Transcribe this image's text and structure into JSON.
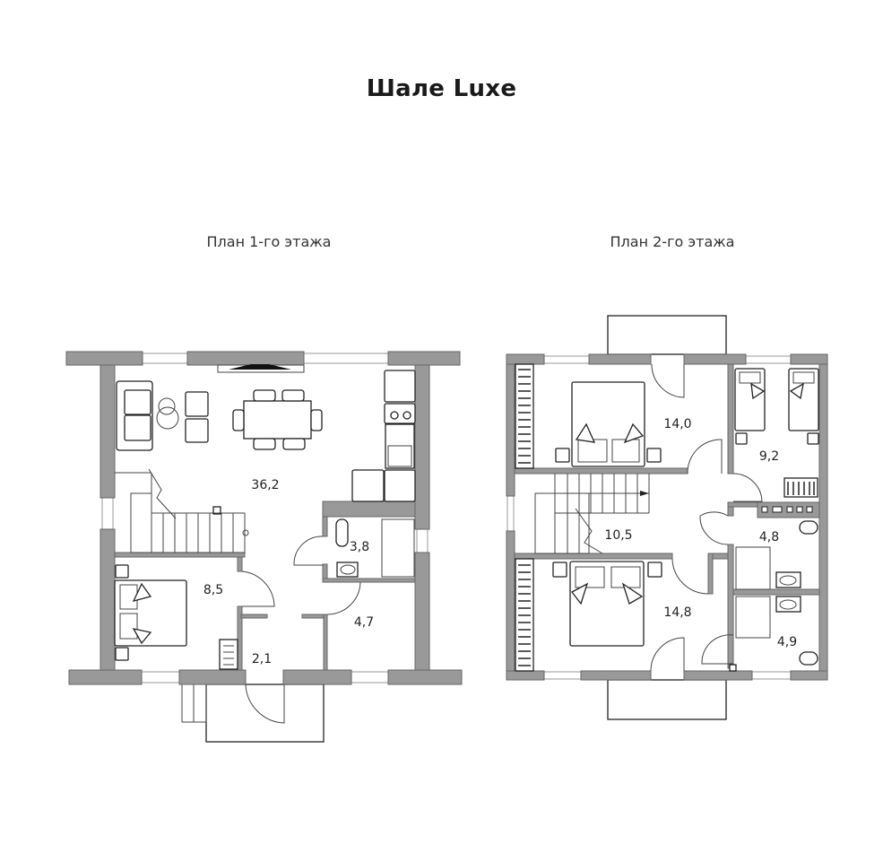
{
  "title": "Шале Luxe",
  "floors": [
    {
      "label": "План 1-го этажа",
      "rooms": [
        {
          "name": "living-kitchen",
          "area": "36,2"
        },
        {
          "name": "bedroom",
          "area": "8,5"
        },
        {
          "name": "bathroom",
          "area": "3,8"
        },
        {
          "name": "utility",
          "area": "4,7"
        },
        {
          "name": "entrance-hall",
          "area": "2,1"
        }
      ]
    },
    {
      "label": "План 2-го этажа",
      "rooms": [
        {
          "name": "bedroom-top",
          "area": "14,0"
        },
        {
          "name": "kids-room",
          "area": "9,2"
        },
        {
          "name": "hall-stairs",
          "area": "10,5"
        },
        {
          "name": "bathroom-top",
          "area": "4,8"
        },
        {
          "name": "bedroom-bottom",
          "area": "14,8"
        },
        {
          "name": "bathroom-bottom",
          "area": "4,9"
        }
      ]
    }
  ],
  "colors": {
    "wall": "#999999",
    "line": "#222222",
    "background": "#ffffff"
  }
}
